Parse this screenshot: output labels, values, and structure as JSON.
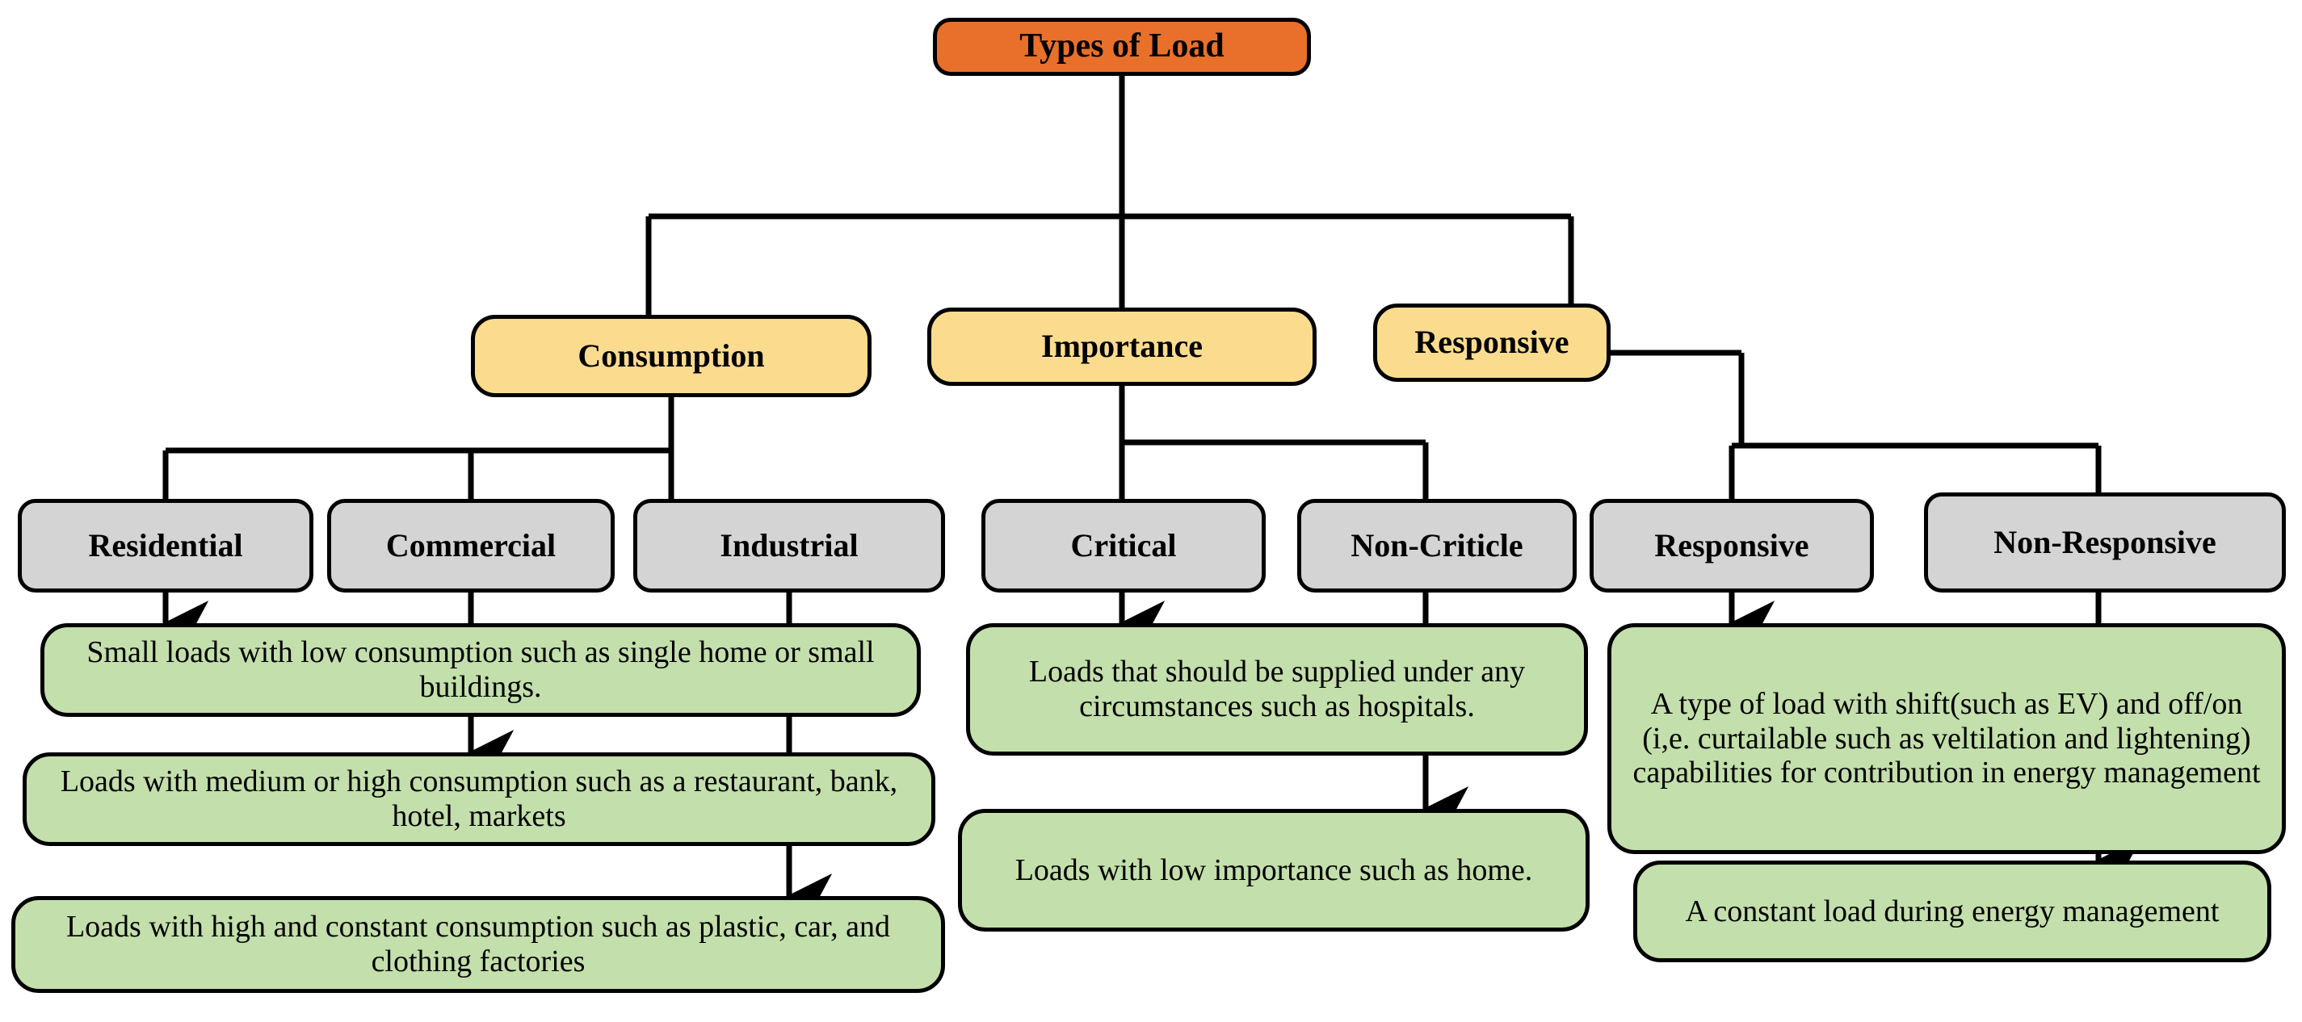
{
  "diagram": {
    "title": "Types of Load",
    "root": {
      "label": "Types of Load",
      "color": "#e8702a"
    },
    "categories": [
      {
        "label": "Consumption",
        "color": "#fbdc8e"
      },
      {
        "label": "Importance",
        "color": "#fbdc8e"
      },
      {
        "label": "Responsive",
        "color": "#fbdc8e"
      }
    ],
    "leaves": [
      {
        "label": "Residential",
        "color": "#d4d4d4"
      },
      {
        "label": "Commercial",
        "color": "#d4d4d4"
      },
      {
        "label": "Industrial",
        "color": "#d4d4d4"
      },
      {
        "label": "Critical",
        "color": "#d4d4d4"
      },
      {
        "label": "Non-Criticle",
        "color": "#d4d4d4"
      },
      {
        "label": "Responsive",
        "color": "#d4d4d4"
      },
      {
        "label": "Non-Responsive",
        "color": "#d4d4d4"
      }
    ],
    "descriptions": [
      {
        "for": "Residential",
        "text": "Small loads with low consumption such as single home or small buildings.",
        "color": "#c3dfab"
      },
      {
        "for": "Commercial",
        "text": "Loads with medium or high consumption such as a restaurant, bank, hotel, markets",
        "color": "#c3dfab"
      },
      {
        "for": "Industrial",
        "text": "Loads with high and constant consumption such as plastic, car, and clothing factories",
        "color": "#c3dfab"
      },
      {
        "for": "Critical",
        "text": "Loads that should be supplied under any circumstances such as hospitals.",
        "color": "#c3dfab"
      },
      {
        "for": "Non-Criticle",
        "text": "Loads with low importance such as home.",
        "color": "#c3dfab"
      },
      {
        "for": "Responsive",
        "text": "A type of load with shift(such as EV) and off/on (i,e. curtailable such as veltilation and lightening) capabilities for contribution in energy management",
        "color": "#c3dfab"
      },
      {
        "for": "Non-Responsive",
        "text": "A constant load during energy management",
        "color": "#c3dfab"
      }
    ],
    "stroke_color": "#000000"
  }
}
